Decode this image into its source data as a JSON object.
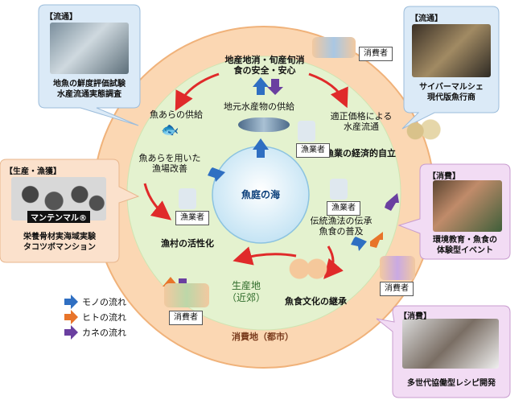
{
  "center": {
    "label": "魚庭の海"
  },
  "zones": {
    "production": "生産地\n（近郊）",
    "consumption": "消費地（都市）"
  },
  "inner": {
    "top_title": "地産地消・旬産旬消\n食の安全・安心",
    "supply_fish": "地元水産物の供給",
    "supply_scraps": "魚あらの供給",
    "fishing_ground": "魚あらを用いた\n漁場改善",
    "fair_price": "適正価格による\n水産流通",
    "independence": "漁業の経済的自立",
    "tradition": "伝統漁法の伝承\n魚食の普及",
    "village": "漁村の活性化",
    "culture": "魚食文化の継承"
  },
  "badges": {
    "fisherman_top": "漁業者",
    "fisherman_left": "漁業者",
    "fisherman_right": "漁業者",
    "consumer_top": "消費者",
    "consumer_right": "消費者",
    "consumer_bottom": "消費者"
  },
  "legend": {
    "mono": "モノの流れ",
    "hito": "ヒトの流れ",
    "kane": "カネの流れ"
  },
  "legend_colors": {
    "mono": "#2f6fc2",
    "hito": "#e8742a",
    "kane": "#6a3fa0"
  },
  "callouts": {
    "top_left": {
      "tag": "【流通】",
      "caption": "地魚の鮮度評価試験\n水産流通実態調査"
    },
    "top_right": {
      "tag": "【流通】",
      "caption": "サイバーマルシェ\n現代版魚行商"
    },
    "left": {
      "tag": "【生産・漁獲】",
      "caption": "栄養骨材実海域実験\nタコツボマンション",
      "brand": "マンテンマル®"
    },
    "right": {
      "tag": "【消費】",
      "caption": "環境教育・魚食の\n体験型イベント"
    },
    "bottom_right": {
      "tag": "【消費】",
      "caption": "多世代協働型レシピ開発"
    }
  }
}
